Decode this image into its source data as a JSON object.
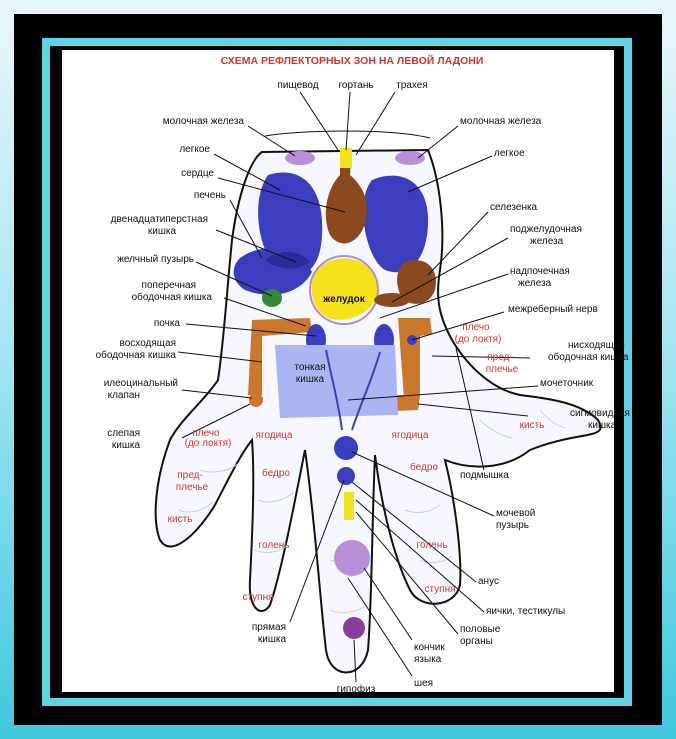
{
  "title": "СХЕМА РЕФЛЕКТОРНЫХ ЗОН НА ЛЕВОЙ ЛАДОНИ",
  "labels": {
    "pishchevod": "пищевод",
    "gortan": "гортань",
    "traheya": "трахея",
    "molochnaya_left": "молочная железа",
    "molochnaya_right": "молочная железа",
    "legkoe_left": "легкое",
    "legkoe_right": "легкое",
    "serdce": "сердце",
    "pechen": "печень",
    "dvenadcat_1": "двенадцатиперстная",
    "dvenadcat_2": "кишка",
    "selezenka": "селезенка",
    "podzhel_1": "поджелудочная",
    "podzhel_2": "железа",
    "zhelchny": "желчный пузырь",
    "poperech_1": "поперечная",
    "poperech_2": "ободочная кишка",
    "nadpochech_1": "надпочечная",
    "nadpochech_2": "железа",
    "zheludok": "желудок",
    "mezhrebernyi": "межреберный нерв",
    "pochka": "почка",
    "voshod_1": "восходящая",
    "voshod_2": "ободочная кишка",
    "nishod_1": "нисходящая",
    "nishod_2": "ободочная кишка",
    "tonkaya_1": "тонкая",
    "tonkaya_2": "кишка",
    "ileo_1": "илеоцинальный",
    "ileo_2": "клапан",
    "mochetochnik": "мочеточник",
    "sigmo_1": "сигмовидная",
    "sigmo_2": "кишка",
    "slepaya_1": "слепая",
    "slepaya_2": "кишка",
    "podmyshka": "подмышка",
    "mochevoy_1": "мочевой",
    "mochevoy_2": "пузырь",
    "anus": "анус",
    "yaichki": "яички, тестикулы",
    "polovye_1": "половые",
    "polovye_2": "органы",
    "pryamaya_1": "прямая",
    "pryamaya_2": "кишка",
    "konchik_1": "кончик",
    "konchik_2": "языка",
    "sheya": "шея",
    "gipofiz": "гипофиз"
  },
  "zone_labels": {
    "plecho_thumb_1": "плечо",
    "plecho_thumb_2": "(до локтя)",
    "predplechye_thumb_1": "пред-",
    "predplechye_thumb_2": "плечье",
    "kist_thumb": "кисть",
    "plecho_little_1": "плечо",
    "plecho_little_2": "(до локтя)",
    "predplechye_little_1": "пред-",
    "predplechye_little_2": "плечье",
    "kist_little": "кисть",
    "yagodica_left": "ягодица",
    "bedro_left": "бедро",
    "golen_left": "голень",
    "stupnya_left": "ступня",
    "yagodica_right": "ягодица",
    "bedro_right": "бедро",
    "golen_right": "голень",
    "stupnya_right": "ступня"
  },
  "colors": {
    "lung_blue": "#3b3fbf",
    "heart_brown": "#8b4a1e",
    "stomach_yellow": "#f4e21a",
    "colon_orange": "#c9782c",
    "intestine_lightblue": "#a9b6f2",
    "gland_purple": "#a878c8",
    "label_red": "#d2342a",
    "gallbladder_green": "#2f8a3a"
  }
}
